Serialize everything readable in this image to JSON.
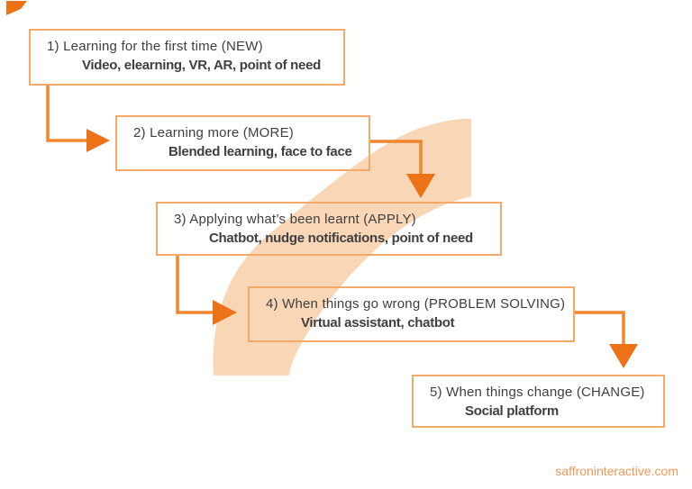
{
  "colors": {
    "background": "#FFFFFF",
    "box_border": "#F5A966",
    "arrow_stem": "#F0862D",
    "arrow_head": "#ED7117",
    "swoosh": "#F8D6B6",
    "title_text": "#3F3F3F",
    "footer_link": "#EF9A5A"
  },
  "diagram": {
    "type": "flowchart",
    "description": "Five moments of learning need, stepped boxes over an S-curve swoosh",
    "steps": [
      {
        "title": "1) Learning for the first time (NEW)",
        "subtitle": "Video, elearning, VR, AR, point of need"
      },
      {
        "title": "2) Learning more (MORE)",
        "subtitle": "Blended learning, face to face"
      },
      {
        "title": "3) Applying what’s been learnt (APPLY)",
        "subtitle": "Chatbot, nudge notifications, point of need"
      },
      {
        "title": "4) When things go wrong (PROBLEM SOLVING)",
        "subtitle": "Virtual assistant, chatbot"
      },
      {
        "title": "5) When things change (CHANGE)",
        "subtitle": "Social platform"
      }
    ]
  },
  "footer": {
    "link": "saffroninteractive.com"
  }
}
